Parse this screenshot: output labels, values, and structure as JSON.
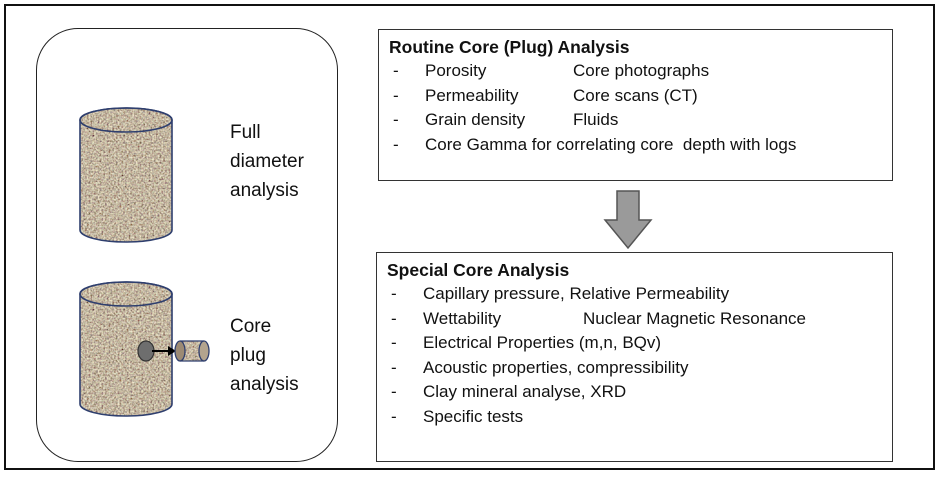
{
  "left_panel": {
    "full_diameter_lines": [
      "Full",
      "diameter",
      "analysis"
    ],
    "core_plug_lines": [
      "Core",
      "plug",
      "analysis"
    ]
  },
  "routine": {
    "title": "Routine Core (Plug) Analysis",
    "items": [
      {
        "dash": "-",
        "col1": "Porosity",
        "col2": "Core  photographs"
      },
      {
        "dash": "-",
        "col1": "Permeability",
        "col2": "Core scans (CT)"
      },
      {
        "dash": "-",
        "col1": "Grain density",
        "col2": "Fluids"
      },
      {
        "dash": "-",
        "col1": "Core Gamma for correlating core  depth with logs",
        "col2": ""
      }
    ]
  },
  "special": {
    "title": "Special Core Analysis",
    "items": [
      {
        "dash": "-",
        "col1": "Capillary pressure, Relative Permeability",
        "col2": ""
      },
      {
        "dash": "-",
        "col1": "Wettability",
        "col2": "Nuclear Magnetic Resonance"
      },
      {
        "dash": "-",
        "col1": "Electrical Properties (m,n, BQv)",
        "col2": ""
      },
      {
        "dash": "-",
        "col1": "Acoustic properties, compressibility",
        "col2": ""
      },
      {
        "dash": "-",
        "col1": "Clay mineral analyse, XRD",
        "col2": ""
      },
      {
        "dash": "-",
        "col1": "Specific tests",
        "col2": ""
      }
    ]
  },
  "colors": {
    "frame": "#111111",
    "rock_base": "#9c8a74",
    "cylinder_outline": "#2f3f6e",
    "arrow_fill": "#9a9a9a",
    "arrow_stroke": "#555555"
  },
  "icons": {
    "full_cylinder": "rock-cylinder-icon",
    "plug_cylinder": "rock-cylinder-with-plug-icon",
    "plug": "core-plug-icon",
    "arrow": "down-arrow-icon"
  }
}
